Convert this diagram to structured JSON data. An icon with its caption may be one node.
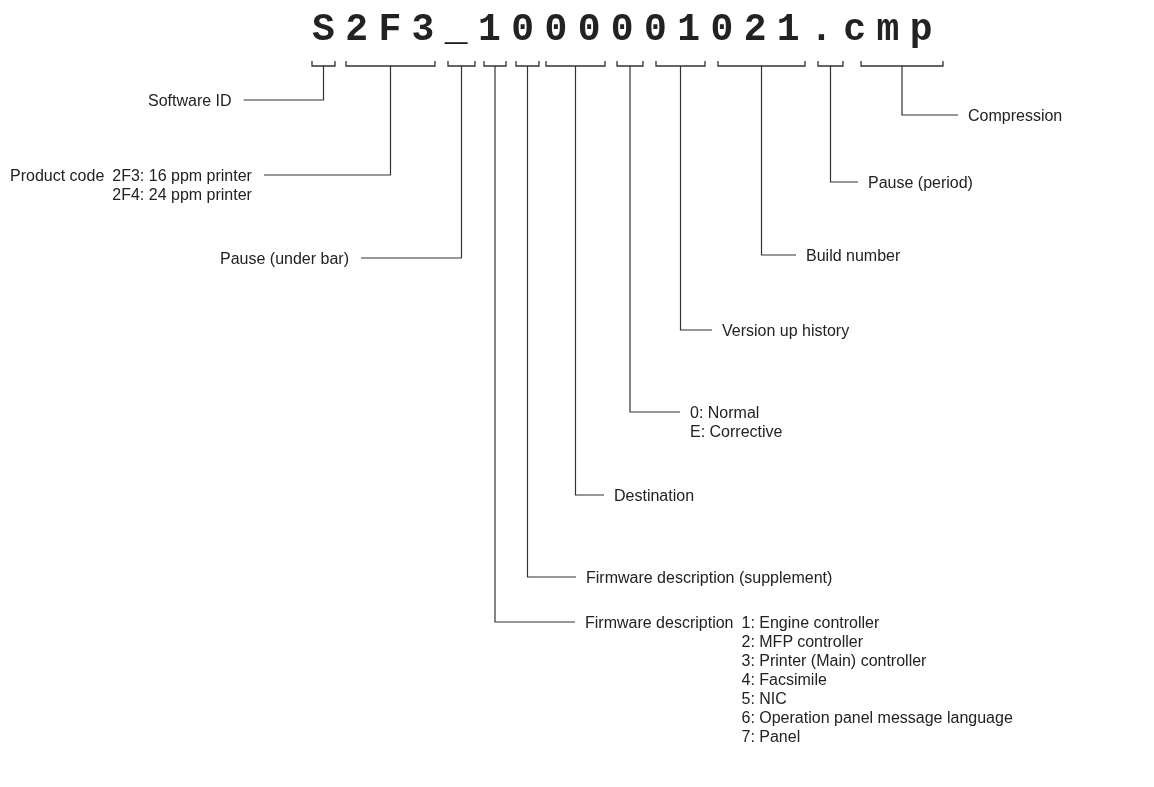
{
  "diagram": {
    "title": "S2F3_1000001021.cmp",
    "nodes": [
      {
        "text": [],
        "shape": "bracket"
      },
      {
        "text": [],
        "shape": "bracket"
      },
      {
        "text": [],
        "shape": "bracket"
      },
      {
        "text": [],
        "shape": "bracket"
      },
      {
        "text": [],
        "shape": "bracket"
      },
      {
        "text": [],
        "shape": "bracket"
      },
      {
        "text": [],
        "shape": "bracket"
      },
      {
        "text": [],
        "shape": "bracket"
      },
      {
        "text": [],
        "shape": "bracket"
      },
      {
        "text": [],
        "shape": "bracket"
      },
      {
        "text": [],
        "shape": "bracket"
      },
      {
        "text": [
          "Software ID"
        ]
      },
      {
        "text": [
          "Compression"
        ]
      },
      {
        "text": [
          "Product code",
          "2F3: 16 ppm printer",
          "2F4: 24 ppm printer"
        ]
      },
      {
        "text": [
          "Pause (period)"
        ]
      },
      {
        "text": [
          "Build number"
        ]
      },
      {
        "text": [
          "Pause (under bar)"
        ]
      },
      {
        "text": [
          "Version up history"
        ]
      },
      {
        "text": [
          "0: Normal",
          "E: Corrective"
        ]
      },
      {
        "text": [
          "Destination"
        ]
      },
      {
        "text": [
          "Firmware description (supplement)"
        ]
      },
      {
        "text": [
          "Firmware description",
          "1: Engine controller",
          "2: MFP controller",
          "3: Printer (Main) controller",
          "4: Facsimile",
          "5: NIC",
          "6: Operation panel message language",
          "7: Panel"
        ]
      }
    ],
    "edges": [
      {
        "from": 11,
        "to": 0,
        "arrow": "none"
      },
      {
        "from": 13,
        "to": 1,
        "arrow": "none"
      },
      {
        "from": 16,
        "to": 2,
        "arrow": "none"
      },
      {
        "from": 21,
        "to": 3,
        "arrow": "none"
      },
      {
        "from": 20,
        "to": 4,
        "arrow": "none"
      },
      {
        "from": 19,
        "to": 5,
        "arrow": "none"
      },
      {
        "from": 18,
        "to": 6,
        "arrow": "none"
      },
      {
        "from": 17,
        "to": 7,
        "arrow": "none"
      },
      {
        "from": 15,
        "to": 8,
        "arrow": "none"
      },
      {
        "from": 14,
        "to": 9,
        "arrow": "none"
      },
      {
        "from": 12,
        "to": 10,
        "arrow": "none"
      }
    ]
  }
}
